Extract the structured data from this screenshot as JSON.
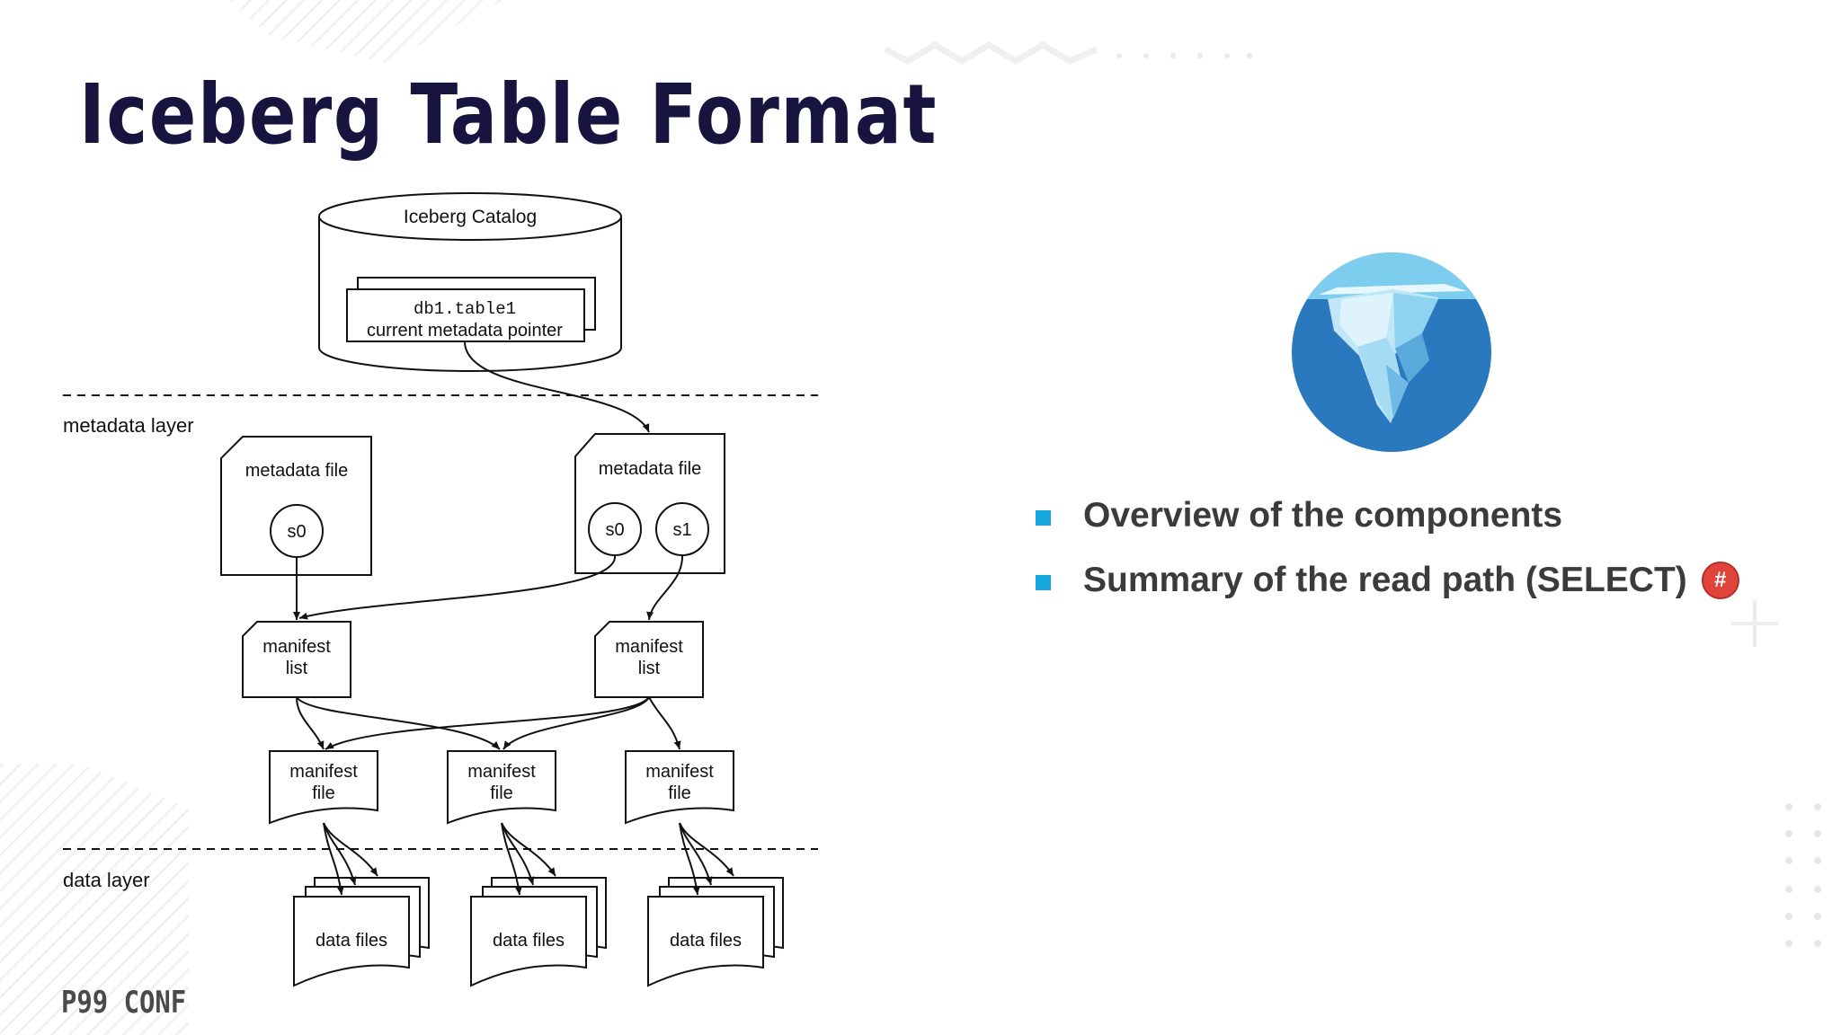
{
  "slide": {
    "title": "Iceberg Table Format",
    "brand": "P99 CONF"
  },
  "diagram": {
    "catalog": {
      "label": "Iceberg Catalog",
      "table_name": "db1.table1",
      "pointer_label": "current metadata pointer"
    },
    "layers": {
      "metadata": "metadata layer",
      "data": "data layer"
    },
    "metadata_files": [
      {
        "label": "metadata file",
        "snapshots": [
          "s0"
        ]
      },
      {
        "label": "metadata file",
        "snapshots": [
          "s0",
          "s1"
        ]
      }
    ],
    "manifest_lists": [
      {
        "line1": "manifest",
        "line2": "list"
      },
      {
        "line1": "manifest",
        "line2": "list"
      }
    ],
    "manifest_files": [
      {
        "line1": "manifest",
        "line2": "file"
      },
      {
        "line1": "manifest",
        "line2": "file"
      },
      {
        "line1": "manifest",
        "line2": "file"
      }
    ],
    "data_files": [
      "data files",
      "data files",
      "data files"
    ]
  },
  "bullets": [
    {
      "text": "Overview of the components",
      "badge": ""
    },
    {
      "text": "Summary of the read path (SELECT)",
      "badge": "#"
    }
  ],
  "colors": {
    "title": "#17153f",
    "bullet_marker": "#16a7e0",
    "badge": "#e0443a",
    "logo_water": "#2a78be"
  },
  "icons": {
    "logo": "iceberg-logo",
    "badge": "hash-badge-icon"
  }
}
